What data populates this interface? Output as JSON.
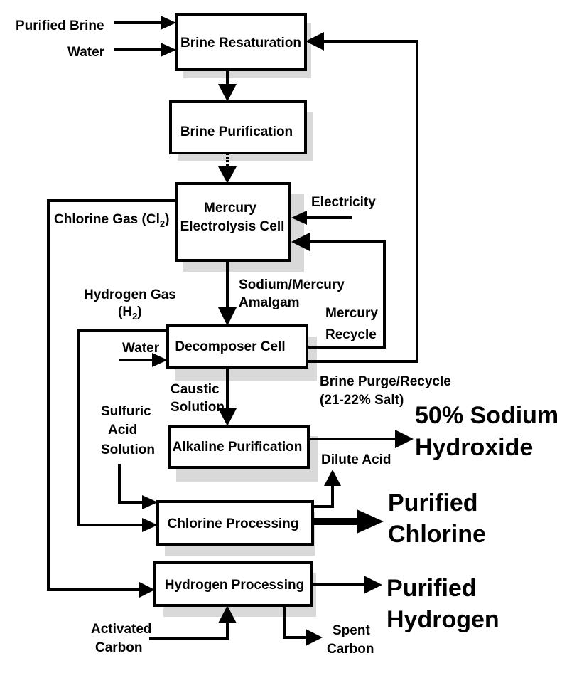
{
  "boxes": {
    "brine_resaturation": "Brine Resaturation",
    "brine_purification": "Brine Purification",
    "mercury_cell_line1": "Mercury",
    "mercury_cell_line2": "Electrolysis Cell",
    "decomposer_cell": "Decomposer Cell",
    "alkaline_purification": "Alkaline Purification",
    "chlorine_processing": "Chlorine Processing",
    "hydrogen_processing": "Hydrogen Processing"
  },
  "labels": {
    "purified_brine": "Purified Brine",
    "water_top": "Water",
    "electricity": "Electricity",
    "chlorine_gas": "Chlorine Gas (Cl",
    "chlorine_gas_sub": "2",
    "chlorine_gas_close": ")",
    "hydrogen_gas_line1": "Hydrogen Gas",
    "hydrogen_gas_line2": "(H",
    "hydrogen_gas_sub": "2",
    "hydrogen_gas_close": ")",
    "amalgam_line1": "Sodium/Mercury",
    "amalgam_line2": "Amalgam",
    "mercury_recycle_line1": "Mercury",
    "mercury_recycle_line2": "Recycle",
    "water_decomposer": "Water",
    "brine_purge_line1": "Brine Purge/Recycle",
    "brine_purge_line2": "(21-22% Salt)",
    "caustic_line1": "Caustic",
    "caustic_line2": "Solution",
    "sulfuric_line1": "Sulfuric",
    "sulfuric_line2": "Acid",
    "sulfuric_line3": "Solution",
    "dilute_acid": "Dilute Acid",
    "activated_line1": "Activated",
    "activated_line2": "Carbon",
    "spent_line1": "Spent",
    "spent_line2": "Carbon"
  },
  "products": {
    "sodium_line1": "50% Sodium",
    "sodium_line2": "Hydroxide",
    "chlorine_line1": "Purified",
    "chlorine_line2": "Chlorine",
    "hydrogen_line1": "Purified",
    "hydrogen_line2": "Hydrogen"
  }
}
